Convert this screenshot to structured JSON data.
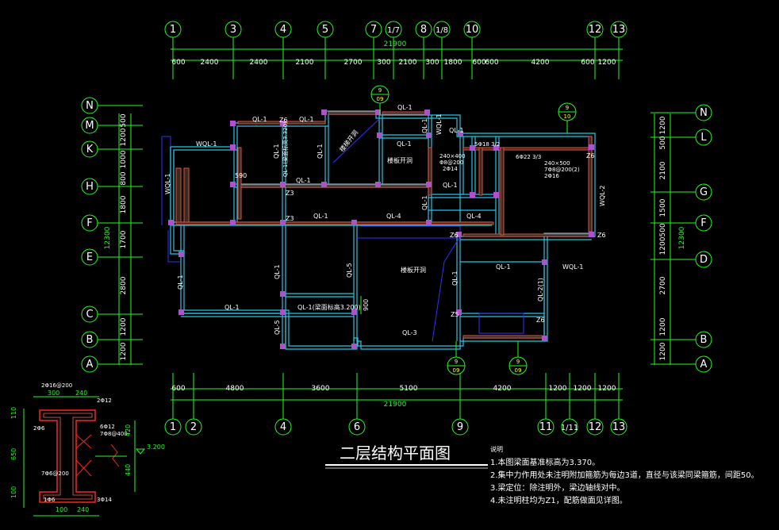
{
  "plan_title": "二层结构平面图",
  "notes": {
    "heading": "说明",
    "items": [
      "1.本图梁面基准标高为3.370。",
      "2.集中力作用处未注明附加箍筋为每边3道，直径与该梁同梁箍筋，间距50。",
      "3.梁定位：除注明外，梁边轴线对中。",
      "4.未注明柱均为Z1，配筋做面见详图。"
    ]
  },
  "top_axes": [
    "1",
    "3",
    "4",
    "5",
    "7",
    "1/7",
    "8",
    "1/8",
    "10",
    "12",
    "13"
  ],
  "top_total": "21900",
  "top_dims": [
    "600",
    "2400",
    "2400",
    "2100",
    "2700",
    "300",
    "2100",
    "300",
    "1800",
    "600",
    "600",
    "4200",
    "600",
    "1200"
  ],
  "bottom_axes": [
    "1",
    "2",
    "4",
    "6",
    "9",
    "11",
    "1/11",
    "12",
    "13"
  ],
  "bottom_total": "21900",
  "bottom_dims": [
    "600",
    "4800",
    "3600",
    "5100",
    "4200",
    "1200",
    "1200",
    "1200"
  ],
  "left_axes": [
    "N",
    "M",
    "K",
    "H",
    "F",
    "E",
    "C",
    "B",
    "A"
  ],
  "left_total": "12300",
  "left_dims": [
    "500",
    "1200",
    "1000",
    "800",
    "1800",
    "1700",
    "2800",
    "1200",
    "1200"
  ],
  "right_axes": [
    "N",
    "L",
    "G",
    "F",
    "D",
    "B",
    "A"
  ],
  "right_total": "12300",
  "right_dims": [
    "1200",
    "500",
    "2100",
    "1500",
    "500",
    "1200",
    "2700",
    "1200",
    "1200"
  ],
  "beam_labels": {
    "QL1_a": "QL-1",
    "QL1_b": "QL-1",
    "QL1_c": "QL-1",
    "QL1_d": "QL-1",
    "QL1_e": "QL-1",
    "QL1_f": "QL-1",
    "QL1_g": "QL-1",
    "QL1_h": "QL-1",
    "QL1_i": "QL-1",
    "QL1_j": "QL-1",
    "QL1_k": "QL-1",
    "QL1_l": "QL-1",
    "QL1_m": "QL-1",
    "QL1_n": "QL-1",
    "QL1_o": "QL-1",
    "QL1_p": "QL-1",
    "QL1_q": "QL-1",
    "QL1_note": "QL-1(梁面标高3.200)",
    "QL1_v_note": "QL-1(梁面标高3.320)",
    "QL3": "QL-3",
    "QL4_a": "QL-4",
    "QL4_b": "QL-4",
    "QL5_a": "QL-5",
    "QL5_b": "QL-5",
    "WQL1_a": "WQL-1",
    "WQL1_b": "WQL-1",
    "WQL1_c": "WQL-1",
    "WQL1_d": "WQL-1",
    "WQL2": "WQL-2",
    "QL2": "QL-2(1)",
    "beam_spec_a": "240×400",
    "beam_spec_b": "Φ8@200",
    "beam_spec_c": "2Φ14",
    "beam_spec_d": "5Φ18 3/2",
    "beam_spec_e": "6Φ22 3/3",
    "beam_spec_f": "240×500",
    "beam_spec_g": "7Φ8@200(2)",
    "beam_spec_h": "2Φ16"
  },
  "column_labels": {
    "z6_a": "Z6",
    "z6_b": "Z6",
    "z6_c": "Z6",
    "z6_d": "Z6",
    "z6_e": "Z6",
    "z3_a": "Z3",
    "z3_b": "Z3",
    "z5": "Z5"
  },
  "room_labels": {
    "r1": "楼梯开洞",
    "r2": "楼板开洞",
    "r3": "楼板开洞"
  },
  "dims_inner": {
    "d590": "590",
    "d900": "900"
  },
  "callouts": {
    "c1_num": "9",
    "c1_sheet": "09",
    "c2_num": "9",
    "c2_sheet": "10",
    "c3_num": "9",
    "c3_sheet": "09",
    "c4_num": "9",
    "c4_sheet": "09"
  },
  "section_detail": {
    "top_rebar": "2Φ12",
    "rebar_a": "2Φ16@200",
    "rebar_b": "6Φ12",
    "rebar_c": "7Φ8@400",
    "rebar_d": "2Φ6",
    "rebar_e": "7Φ6@200",
    "rebar_f": "1Φ6",
    "rebar_g": "3Φ14",
    "w300": "300",
    "w240": "240",
    "w100": "100",
    "w240b": "240",
    "h110": "110",
    "h650": "650",
    "h100": "100",
    "h420": "420",
    "h440": "440",
    "elev": "3.200"
  }
}
